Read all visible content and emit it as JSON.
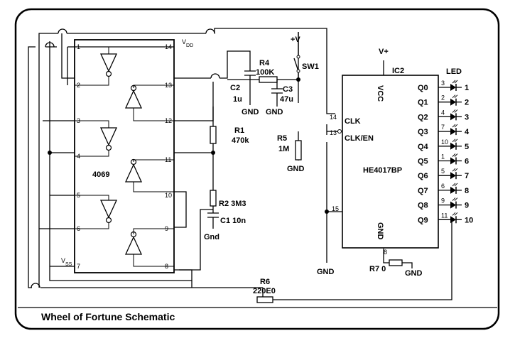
{
  "title": "Wheel of Fortune Schematic",
  "chip1": {
    "name": "4069",
    "vdd": "V",
    "vdd_sub": "DD",
    "vss": "V",
    "vss_sub": "SS",
    "left_pins": [
      "1",
      "2",
      "3",
      "4",
      "5",
      "6",
      "7"
    ],
    "right_pins": [
      "14",
      "13",
      "12",
      "11",
      "10",
      "9",
      "8"
    ]
  },
  "chip2": {
    "ref": "IC2",
    "name": "HE4017BP",
    "vcc": "VCC",
    "gnd": "GND",
    "clk": "CLK",
    "clken": "CLK/EN",
    "pin_clk": "14",
    "pin_clken": "13",
    "pin_15": "15",
    "pin_8": "8",
    "outputs": [
      {
        "q": "Q0",
        "pin": "3",
        "led": "1"
      },
      {
        "q": "Q1",
        "pin": "2",
        "led": "2"
      },
      {
        "q": "Q2",
        "pin": "4",
        "led": "3"
      },
      {
        "q": "Q3",
        "pin": "7",
        "led": "4"
      },
      {
        "q": "Q4",
        "pin": "10",
        "led": "5"
      },
      {
        "q": "Q5",
        "pin": "1",
        "led": "6"
      },
      {
        "q": "Q6",
        "pin": "5",
        "led": "7"
      },
      {
        "q": "Q7",
        "pin": "6",
        "led": "8"
      },
      {
        "q": "Q8",
        "pin": "9",
        "led": "9"
      },
      {
        "q": "Q9",
        "pin": "11",
        "led": "10"
      }
    ]
  },
  "labels": {
    "led": "LED",
    "vplus_top": "+V",
    "vplus_ic": "V+",
    "sw1": "SW1",
    "r4": "R4",
    "r4_val": "100K",
    "c2": "C2",
    "c2_val": "1u",
    "c3": "C3",
    "c3_val": "47u",
    "gnd": "GND",
    "r5": "R5",
    "r5_val": "1M",
    "r1": "R1",
    "r1_val": "470k",
    "r2": "R2 3M3",
    "c1": "C1 10n",
    "gnd_small": "Gnd",
    "r6": "R6",
    "r6_val": "220E0",
    "r7": "R7  0"
  }
}
